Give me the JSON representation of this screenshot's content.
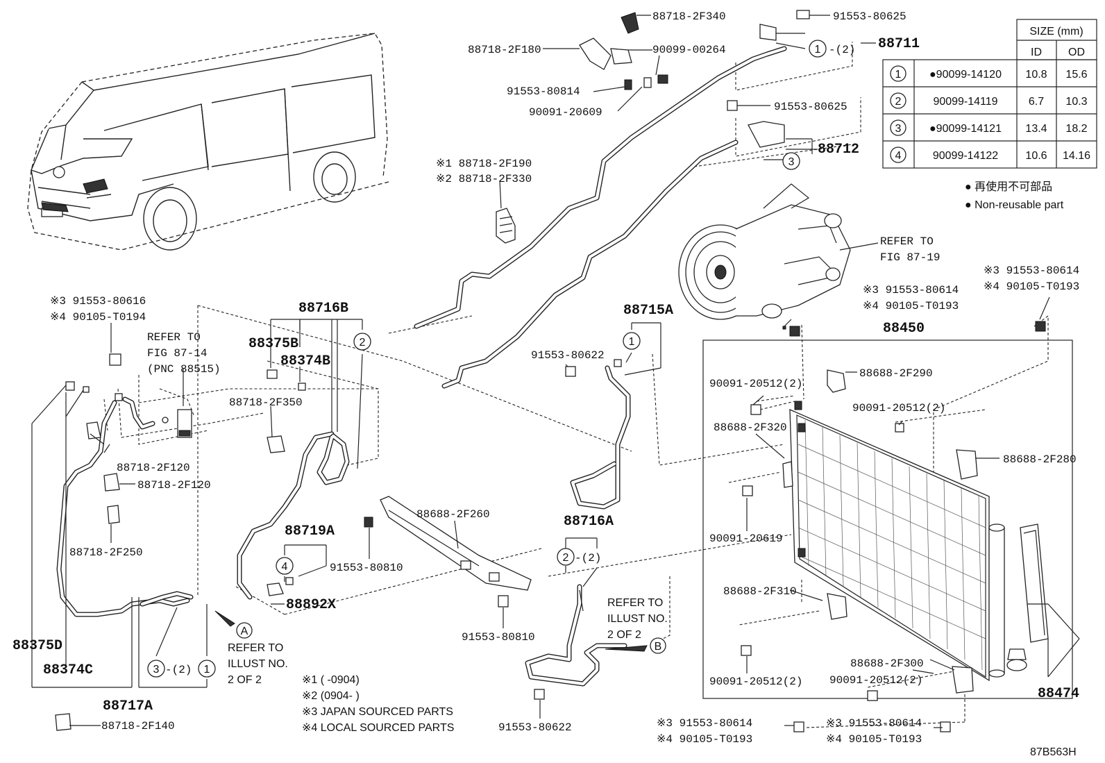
{
  "labels": {
    "p_88718_2F340": "88718-2F340",
    "p_91553_80625_a": "91553-80625",
    "p_88711": "88711",
    "p_88718_2F180": "88718-2F180",
    "p_90099_00264": "90099-00264",
    "p_91553_80814": "91553-80814",
    "p_90091_20609": "90091-20609",
    "p_91553_80625_b": "91553-80625",
    "p_88712": "88712",
    "p_m1_88718_2F190": "※1 88718-2F190",
    "p_m2_88718_2F330": "※2 88718-2F330",
    "refer_fig_87_19_a": "REFER TO",
    "refer_fig_87_19_b": "FIG 87-19",
    "p_m3_91553_80616": "※3 91553-80616",
    "p_m4_90105_T0194": "※4 90105-T0194",
    "refer_87_14_a": "REFER TO",
    "refer_87_14_b": "FIG 87-14",
    "refer_87_14_c": "(PNC 88515)",
    "p_88716B": "88716B",
    "p_88375B": "88375B",
    "p_88374B": "88374B",
    "p_88718_2F350": "88718-2F350",
    "p_88715A": "88715A",
    "p_91553_80622_a": "91553-80622",
    "p_m3_91553_80614_a": "※3 91553-80614",
    "p_m4_90105_T0193_a": "※4 90105-T0193",
    "p_m3_91553_80614_b": "※3 91553-80614",
    "p_m4_90105_T0193_b": "※4 90105-T0193",
    "p_88450": "88450",
    "p_88688_2F290": "88688-2F290",
    "p_90091_20512_a": "90091-20512(2)",
    "p_90091_20512_b": "90091-20512(2)",
    "p_88688_2F320": "88688-2F320",
    "p_88688_2F280": "88688-2F280",
    "p_90091_20619": "90091-20619",
    "p_88718_2F120_a": "88718-2F120",
    "p_88718_2F120_b": "88718-2F120",
    "p_88718_2F250": "88718-2F250",
    "p_88719A": "88719A",
    "p_88688_2F260": "88688-2F260",
    "p_91553_80810_a": "91553-80810",
    "p_91553_80810_b": "91553-80810",
    "p_88716A": "88716A",
    "p_88892X": "88892X",
    "refer_b_a": "REFER TO",
    "refer_b_b": "ILLUST NO.",
    "refer_b_c": "2 OF 2",
    "refer_a_a": "REFER TO",
    "refer_a_b": "ILLUST NO.",
    "refer_a_c": "2 OF 2",
    "p_88375D": "88375D",
    "p_88374C": "88374C",
    "p_88717A": "88717A",
    "p_88718_2F140": "88718-2F140",
    "p_88688_2F310": "88688-2F310",
    "p_90091_20512_c": "90091-20512(2)",
    "p_88688_2F300": "88688-2F300",
    "p_90091_20512_d": "90091-20512(2)",
    "p_88474": "88474",
    "p_91553_80622_b": "91553-80622",
    "p_m3_91553_80614_c": "※3 91553-80614",
    "p_m4_90105_T0193_c": "※4 90105-T0193",
    "p_m3_91553_80614_d": "※3 91553-80614",
    "p_m4_90105_T0193_d": "※4 90105-T0193",
    "fig_code": "87B563H",
    "qty_2": "-(2)",
    "callout_1": "1",
    "callout_2": "2",
    "callout_3": "3",
    "callout_4": "4",
    "callout_A": "A",
    "callout_B": "B"
  },
  "notes": [
    "※1 (      -0904)",
    "※2 (0904-      )",
    "※3 JAPAN SOURCED PARTS",
    "※4 LOCAL SOURCED PARTS"
  ],
  "size_table": {
    "title": "SIZE (mm)",
    "col_id": "ID",
    "col_od": "OD",
    "rows": [
      {
        "no": "1",
        "part": "●90099-14120",
        "id": "10.8",
        "od": "15.6"
      },
      {
        "no": "2",
        "part": "90099-14119",
        "id": "6.7",
        "od": "10.3"
      },
      {
        "no": "3",
        "part": "●90099-14121",
        "id": "13.4",
        "od": "18.2"
      },
      {
        "no": "4",
        "part": "90099-14122",
        "id": "10.6",
        "od": "14.16"
      }
    ]
  },
  "legend": {
    "jp": "● 再使用不可部品",
    "en": "● Non-reusable part"
  }
}
